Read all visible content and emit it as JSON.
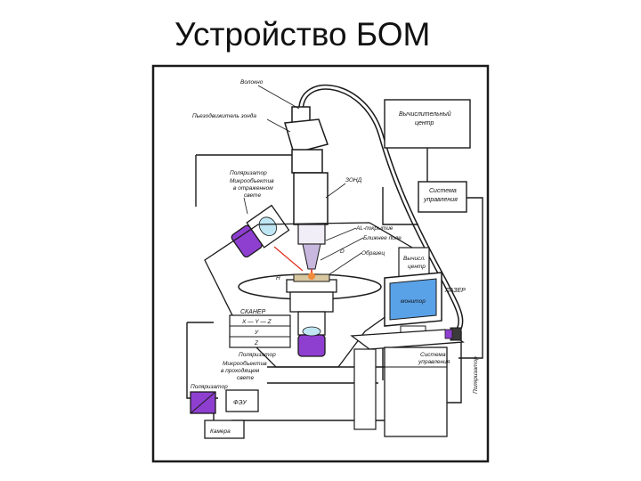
{
  "slide": {
    "title": "Устройство БОМ"
  },
  "diagram": {
    "labels": {
      "fiber": "Волокно",
      "piezo": "Пьезодвижитель зонда",
      "computer_line1": "Вычислительный",
      "computer_line2": "центр",
      "polarizer_top": "Поляризатор",
      "objective_reflect_1": "Микрообъектив",
      "objective_reflect_2": "в отраженном",
      "objective_reflect_3": "свете",
      "probe": "ЗОНД",
      "control_system_1": "Система",
      "control_system_2": "управления",
      "al_coating": "AL-покрытие",
      "light_field": "Ближнее поле",
      "sample": "Образец",
      "d_label": "D",
      "h_label": "H",
      "compute_center_small_1": "Вычисл.",
      "compute_center_small_2": "центр",
      "laser": "ЛАЗЕР",
      "monitor": "монитор",
      "scanner": "СКАНЕР",
      "scanner_xyz": "X — Y — Z",
      "scanner_y": "У",
      "scanner_z": "Z",
      "polarizer_bottom": "Поляризатор",
      "objective_pass_1": "Микрообъектив",
      "objective_pass_2": "в проходящем",
      "objective_pass_3": "свете",
      "control_system_low_1": "Система",
      "control_system_low_2": "управления",
      "polarizer_side": "Поляризатор",
      "polarizer_small": "Поляризатор",
      "feu": "ФЭУ",
      "camera": "Камера"
    },
    "colors": {
      "purple": "#8e3fd0",
      "screen": "#5aa2e8",
      "beam": "#e0301e",
      "line": "#1a1a1a",
      "sample_fill": "#d8c8a0"
    }
  }
}
